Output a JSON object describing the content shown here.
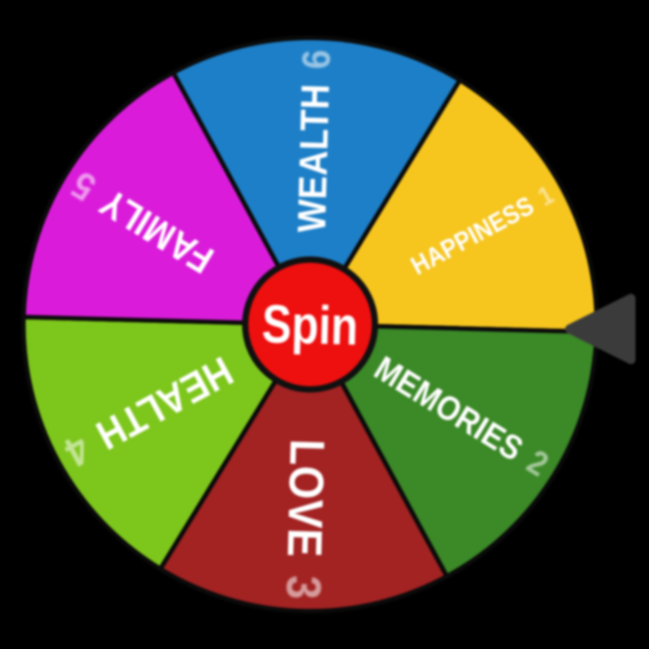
{
  "wheel": {
    "center_label": "Spin",
    "colors": {
      "background": "#000000",
      "center": "#ee0f0f",
      "pointer": "#3b3b3b",
      "text": "#ffffff"
    },
    "segments": [
      {
        "label": "HAPPINESS",
        "number": "1",
        "color": "#f6c51e"
      },
      {
        "label": "MEMORIES",
        "number": "2",
        "color": "#3b8927"
      },
      {
        "label": "LOVE",
        "number": "3",
        "color": "#a32222"
      },
      {
        "label": "HEALTH",
        "number": "4",
        "color": "#7dc61c"
      },
      {
        "label": "FAMILY",
        "number": "5",
        "color": "#da1cda"
      },
      {
        "label": "WEALTH",
        "number": "6",
        "color": "#1d7fc7"
      }
    ]
  }
}
